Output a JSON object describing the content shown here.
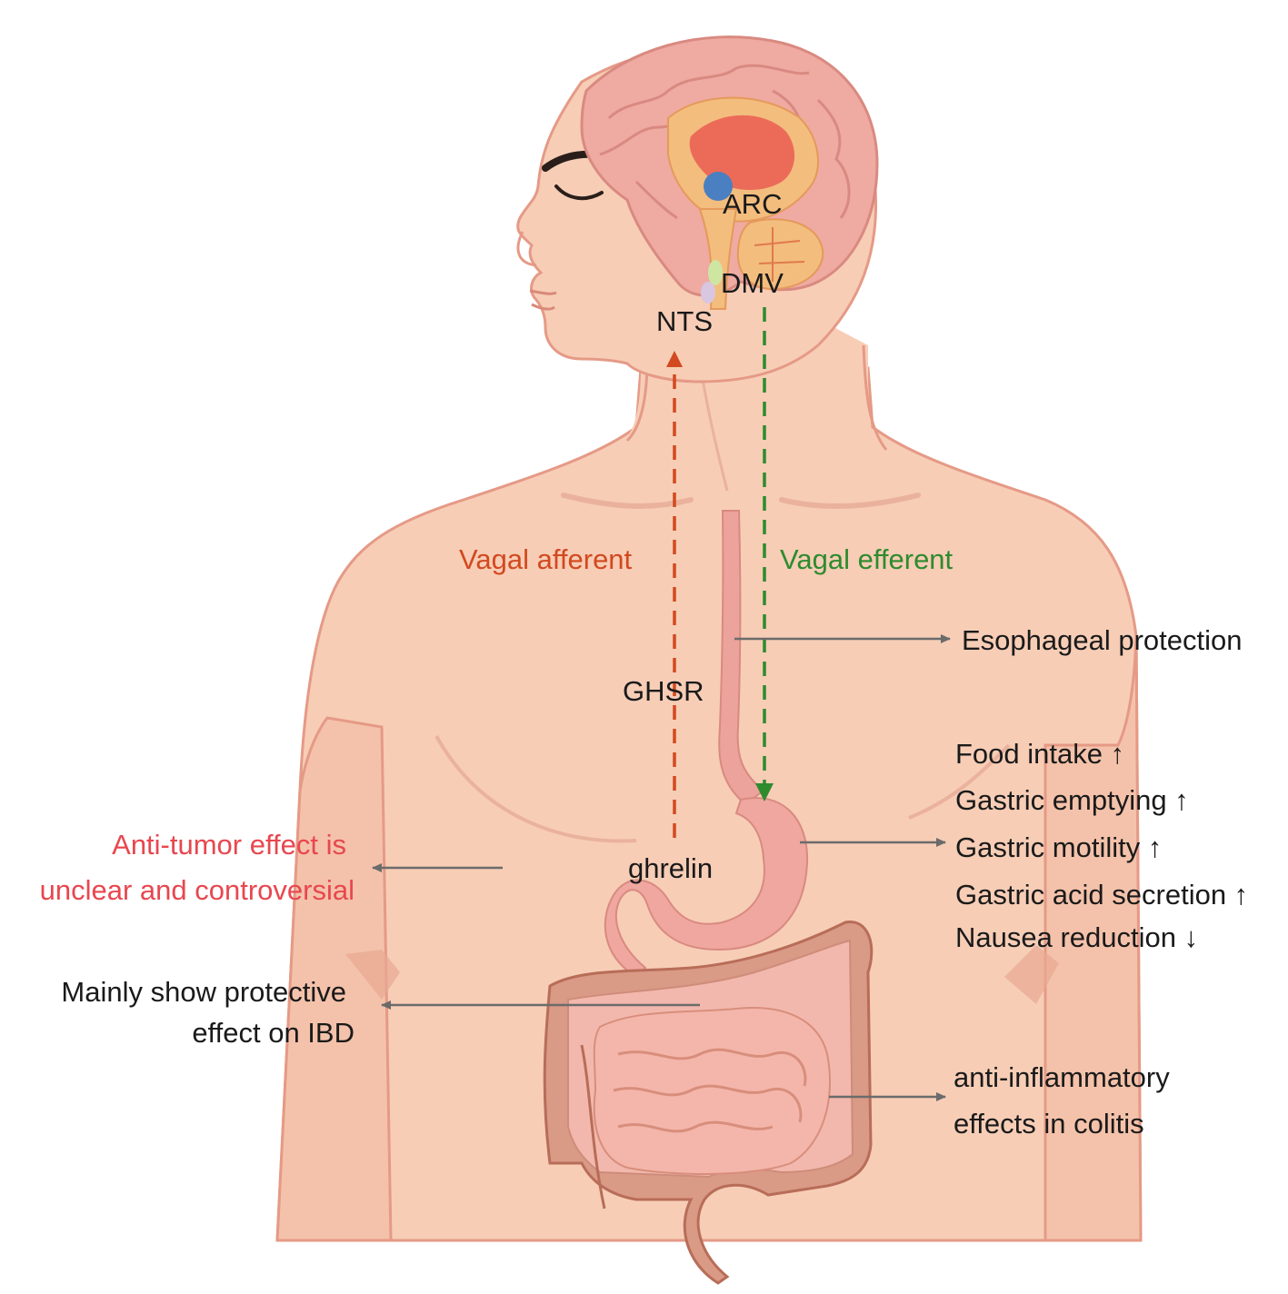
{
  "brain_labels": {
    "arc": "ARC",
    "dmv": "DMV",
    "nts": "NTS"
  },
  "pathways": {
    "afferent": "Vagal afferent",
    "efferent": "Vagal efferent"
  },
  "receptor": "GHSR",
  "hormone": "ghrelin",
  "effects": {
    "esophagus": "Esophageal protection",
    "stomach": [
      "Food intake ↑",
      "Gastric emptying ↑",
      "Gastric motility ↑",
      "Gastric acid secretion ↑",
      "Nausea reduction ↓"
    ],
    "colitis": [
      "anti-inflammatory",
      "effects in colitis"
    ],
    "tumor": [
      "Anti-tumor effect is",
      "unclear and controversial"
    ],
    "ibd": [
      "Mainly show protective",
      "effect on IBD"
    ]
  },
  "colors": {
    "skin": "#f7cdb6",
    "skin_outline": "#e59a86",
    "brain": "#efaaa2",
    "afferent": "#d2491f",
    "efferent": "#2e8b2e",
    "tumor_text": "#e8474f",
    "arrow_gray": "#6b6b6b",
    "arc_dot": "#4a7fc1"
  }
}
